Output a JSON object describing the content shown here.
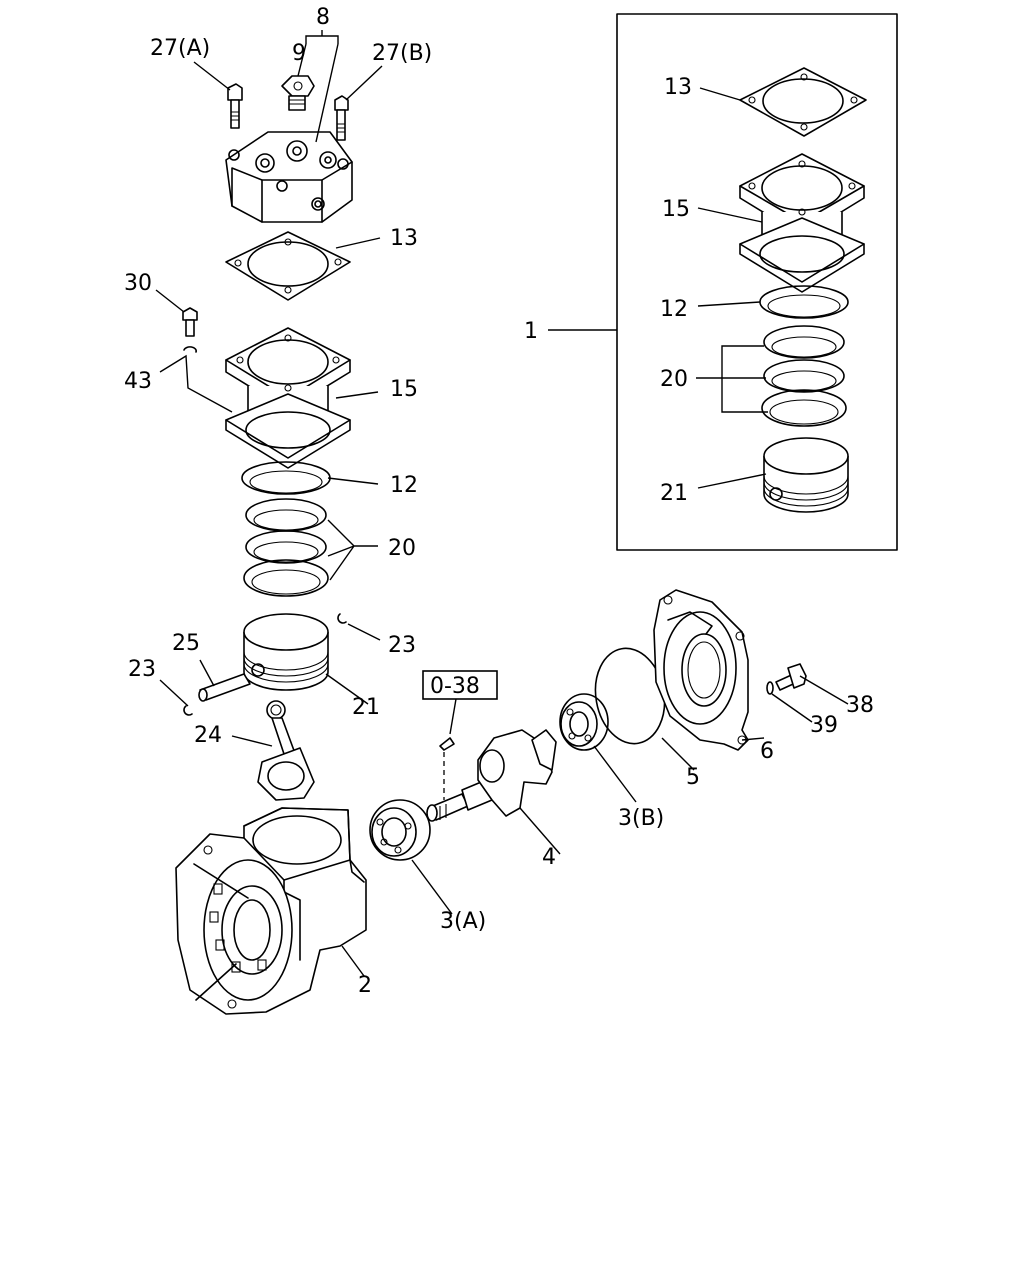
{
  "labels": {
    "l_8": "8",
    "l_9": "9",
    "l_27a": "27(A)",
    "l_27b": "27(B)",
    "l_13": "13",
    "l_30": "30",
    "l_43": "43",
    "l_15": "15",
    "l_12": "12",
    "l_20": "20",
    "l_25": "25",
    "l_23a": "23",
    "l_23b": "23",
    "l_21": "21",
    "l_24": "24",
    "l_038": "0-38",
    "l_3b": "3(B)",
    "l_5": "5",
    "l_6": "6",
    "l_38": "38",
    "l_39": "39",
    "l_4": "4",
    "l_3a": "3(A)",
    "l_2": "2",
    "l_1": "1",
    "box_13": "13",
    "box_15": "15",
    "box_12": "12",
    "box_20": "20",
    "box_21": "21"
  }
}
